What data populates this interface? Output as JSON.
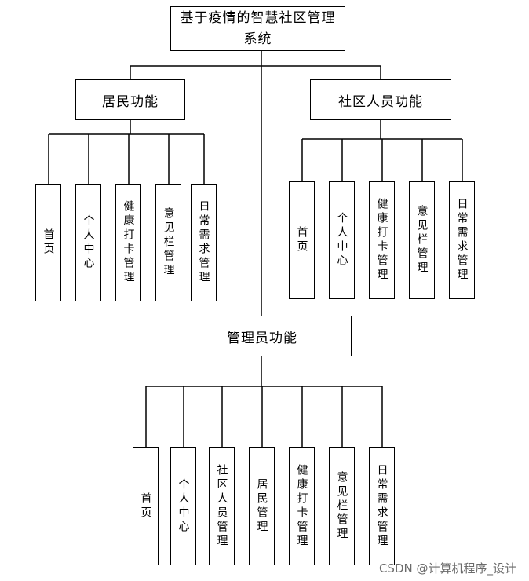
{
  "root": {
    "title": "基于疫情的智慧社区管理系统"
  },
  "resident": {
    "title": "居民功能",
    "items": [
      "首页",
      "个人中心",
      "健康打卡管理",
      "意见栏管理",
      "日常需求管理"
    ]
  },
  "staff": {
    "title": "社区人员功能",
    "items": [
      "首页",
      "个人中心",
      "健康打卡管理",
      "意见栏管理",
      "日常需求管理"
    ]
  },
  "admin": {
    "title": "管理员功能",
    "items": [
      "首页",
      "个人中心",
      "社区人员管理",
      "居民管理",
      "健康打卡管理",
      "意见栏管理",
      "日常需求管理"
    ]
  },
  "watermark": "CSDN @计算机程序_设计"
}
